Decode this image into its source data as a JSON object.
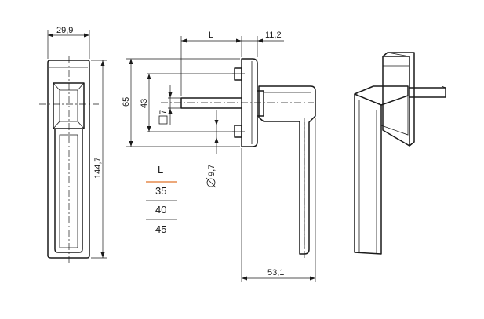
{
  "dimensions": {
    "front_width": "29,9",
    "front_height": "144,7",
    "length_l": "L",
    "collar_depth": "11,2",
    "rose_height": "65",
    "screw_spacing": "43",
    "spindle_square": "7",
    "screw_diameter": "9,7",
    "handle_projection": "53,1"
  },
  "table": {
    "header": "L",
    "rows": [
      "35",
      "40",
      "45"
    ]
  },
  "colors": {
    "line": "#1a1a1a",
    "table_accent": "#e0732b"
  }
}
